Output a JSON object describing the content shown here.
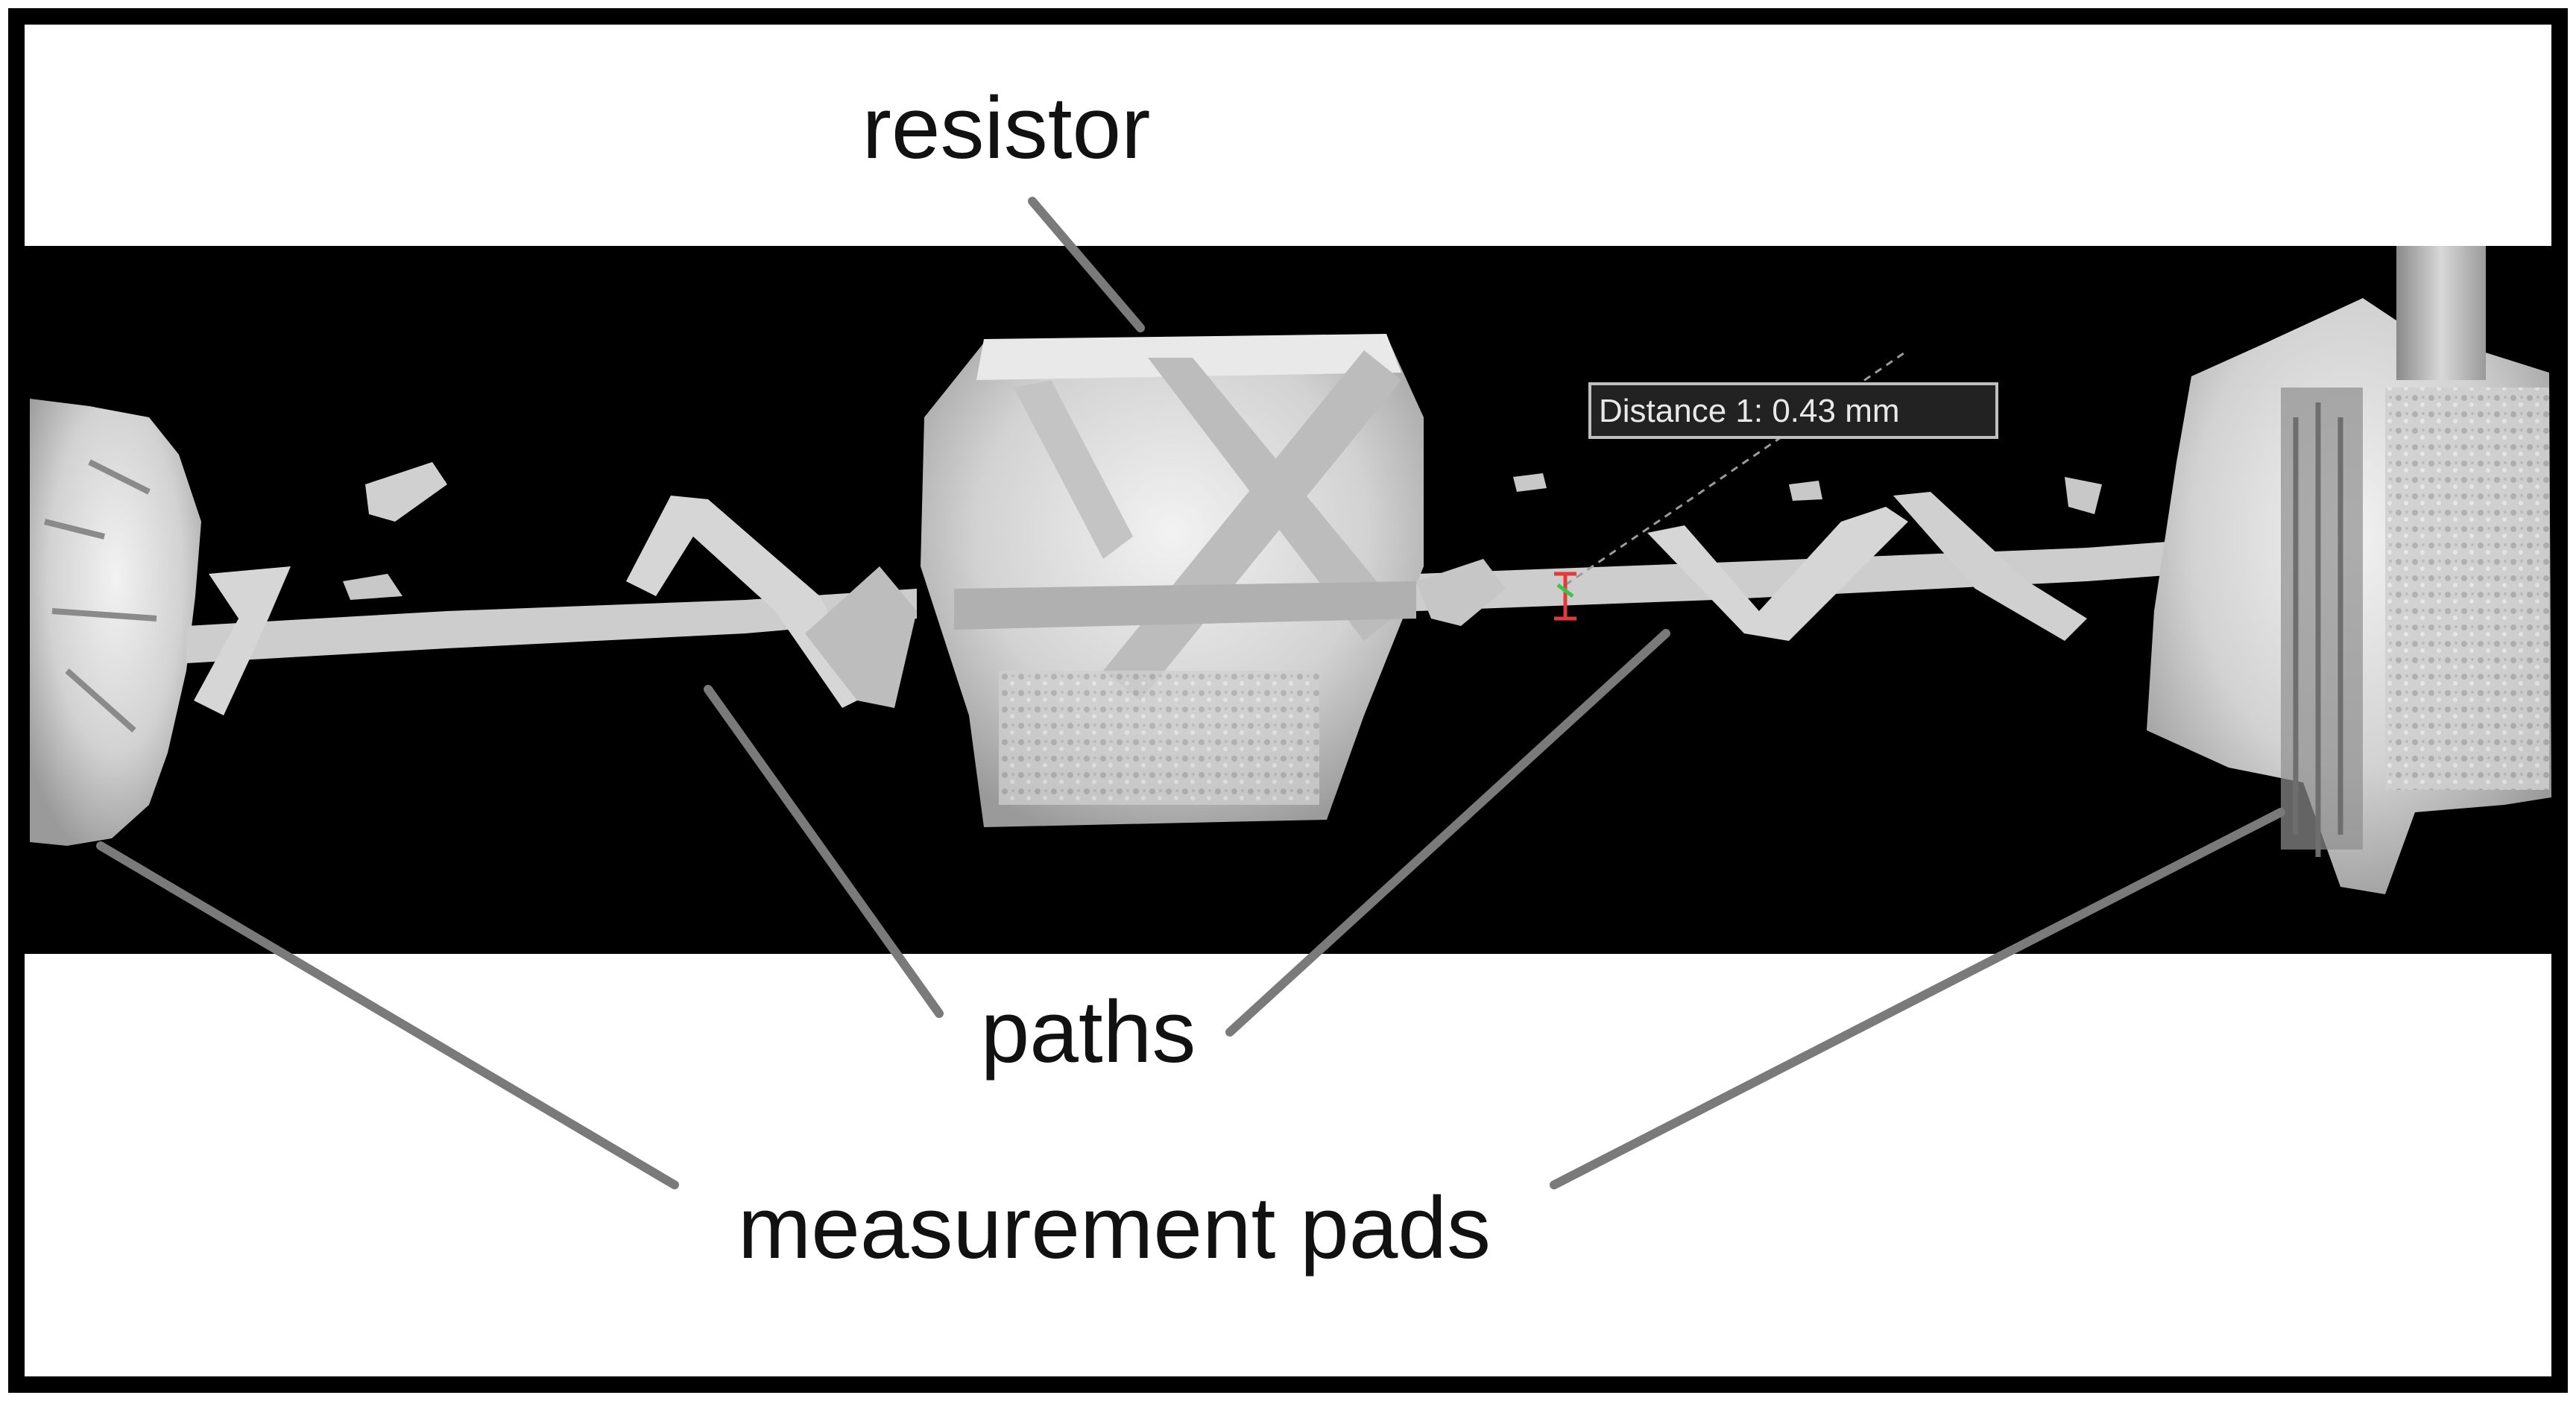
{
  "labels": {
    "resistor": "resistor",
    "paths": "paths",
    "measurement_pads": "measurement pads"
  },
  "measurement": {
    "text": "Distance 1: 0.43 mm"
  },
  "colors": {
    "frame": "#000000",
    "scan_background": "#000000",
    "scan_surface": "#d9d9d9",
    "leader_line": "#7a7a7a",
    "tooltip_border": "#bfbfbf"
  }
}
